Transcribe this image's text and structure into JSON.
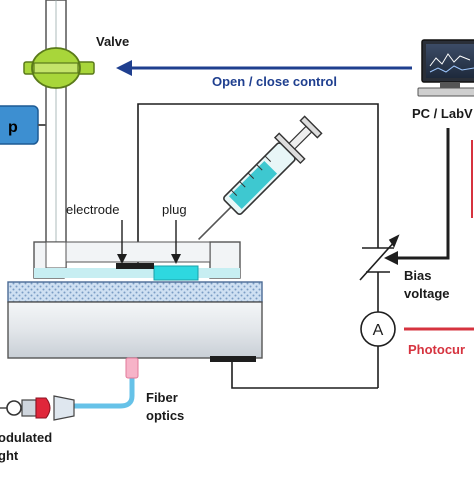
{
  "labels": {
    "valve": "Valve",
    "open_close": "Open / close control",
    "pc": "PC / LabV",
    "pump": "p",
    "electrode": "electrode",
    "plug": "plug",
    "bias_line1": "Bias",
    "bias_line2": "voltage",
    "ammeter": "A",
    "photocurrent": "Photocur",
    "fiber_line1": "Fiber",
    "fiber_line2": "optics",
    "modulated_line1": "odulated",
    "modulated_line2": "ght"
  },
  "colors": {
    "control_arrow": "#1f3f8f",
    "photocurrent": "#d6333f",
    "valve_green": "#a8d63a",
    "pump_blue": "#3d8fd1",
    "liquid_cyan": "#2ed8e0",
    "fiber_blue": "#66c2e8",
    "light_red": "#e0263a"
  },
  "icons": {
    "valve": "valve-icon",
    "syringe": "syringe-icon",
    "computer": "computer-icon",
    "light_source": "light-source-icon",
    "variable_resistor": "variable-resistor-icon"
  }
}
